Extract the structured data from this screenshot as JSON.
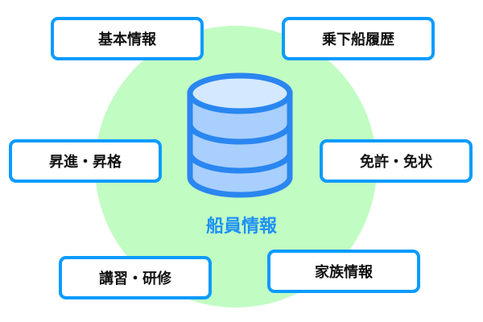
{
  "center": {
    "label": "船員情報",
    "icon": "database-icon"
  },
  "categories": [
    "基本情報",
    "乗下船履歴",
    "昇進・昇格",
    "免許・免状",
    "講習・研修",
    "家族情報"
  ],
  "colors": {
    "border": "#0a9bff",
    "circle": "#c1fcc3",
    "db_stroke": "#2a86f0",
    "db_top": "#d4e8ff",
    "db_body": "#a9cfff",
    "label": "#1e90f5"
  }
}
